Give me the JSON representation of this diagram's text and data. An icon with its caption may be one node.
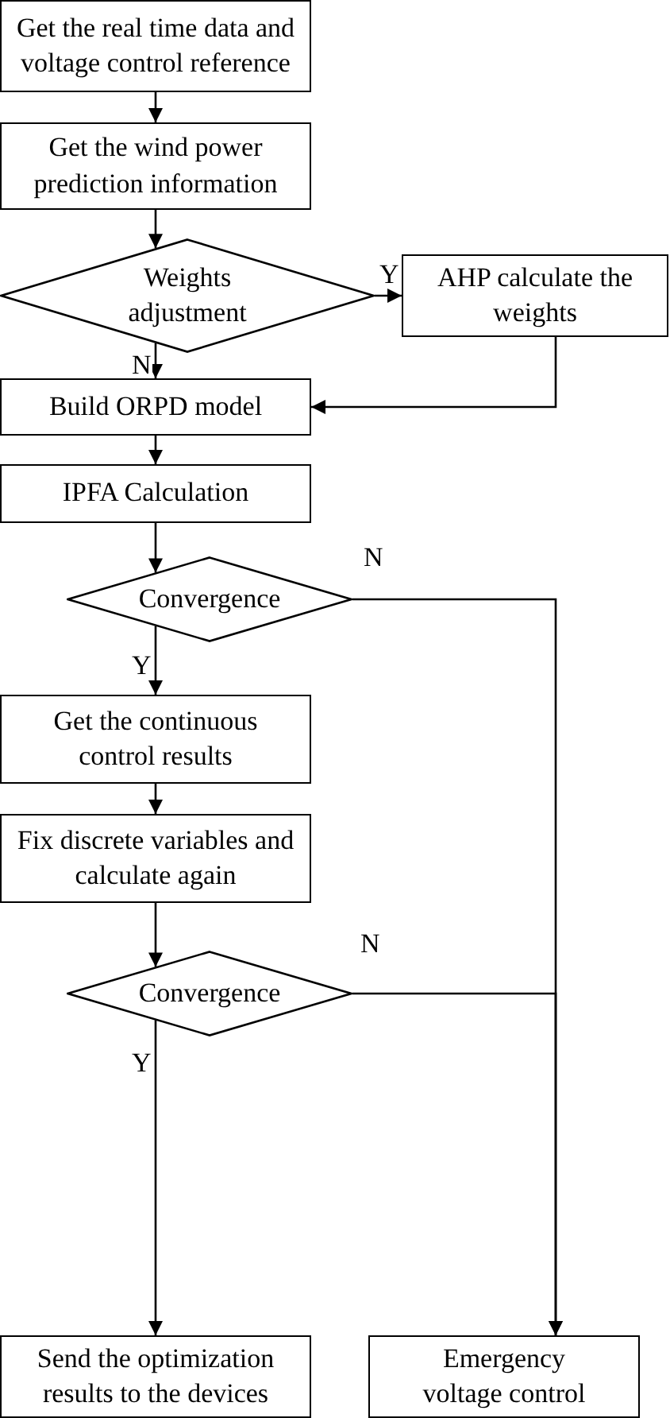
{
  "diagram": {
    "nodes": [
      {
        "text": [
          "Get the real time data and voltage control reference"
        ]
      },
      {
        "text": [
          "Get the wind power prediction information"
        ]
      },
      {
        "text": [
          "Weights adjustment"
        ]
      },
      {
        "text": [
          "AHP calculate the weights"
        ]
      },
      {
        "text": [
          "Build ORPD model"
        ]
      },
      {
        "text": [
          "IPFA Calculation"
        ]
      },
      {
        "text": [
          "Convergence"
        ]
      },
      {
        "text": [
          "Get the continuous control results"
        ]
      },
      {
        "text": [
          "Fix discrete variables and calculate again"
        ]
      },
      {
        "text": [
          "Convergence"
        ]
      },
      {
        "text": [
          "Send the optimization results to the devices"
        ]
      },
      {
        "text": [
          "Emergency voltage control"
        ]
      }
    ],
    "edges": [
      {
        "from": 0,
        "to": 1,
        "arrow": "to"
      },
      {
        "from": 1,
        "to": 2,
        "arrow": "to"
      },
      {
        "from": 2,
        "to": 3,
        "arrow": "to",
        "label": "Y"
      },
      {
        "from": 2,
        "to": 4,
        "arrow": "to",
        "label": "N"
      },
      {
        "from": 3,
        "to": 4,
        "arrow": "to"
      },
      {
        "from": 4,
        "to": 5,
        "arrow": "to"
      },
      {
        "from": 5,
        "to": 6,
        "arrow": "to"
      },
      {
        "from": 6,
        "to": 7,
        "arrow": "to",
        "label": "Y"
      },
      {
        "from": 6,
        "to": 11,
        "arrow": "to",
        "label": "N"
      },
      {
        "from": 7,
        "to": 8,
        "arrow": "to"
      },
      {
        "from": 8,
        "to": 9,
        "arrow": "to"
      },
      {
        "from": 9,
        "to": 10,
        "arrow": "to",
        "label": "Y"
      },
      {
        "from": 9,
        "to": 11,
        "arrow": "to",
        "label": "N"
      }
    ]
  }
}
